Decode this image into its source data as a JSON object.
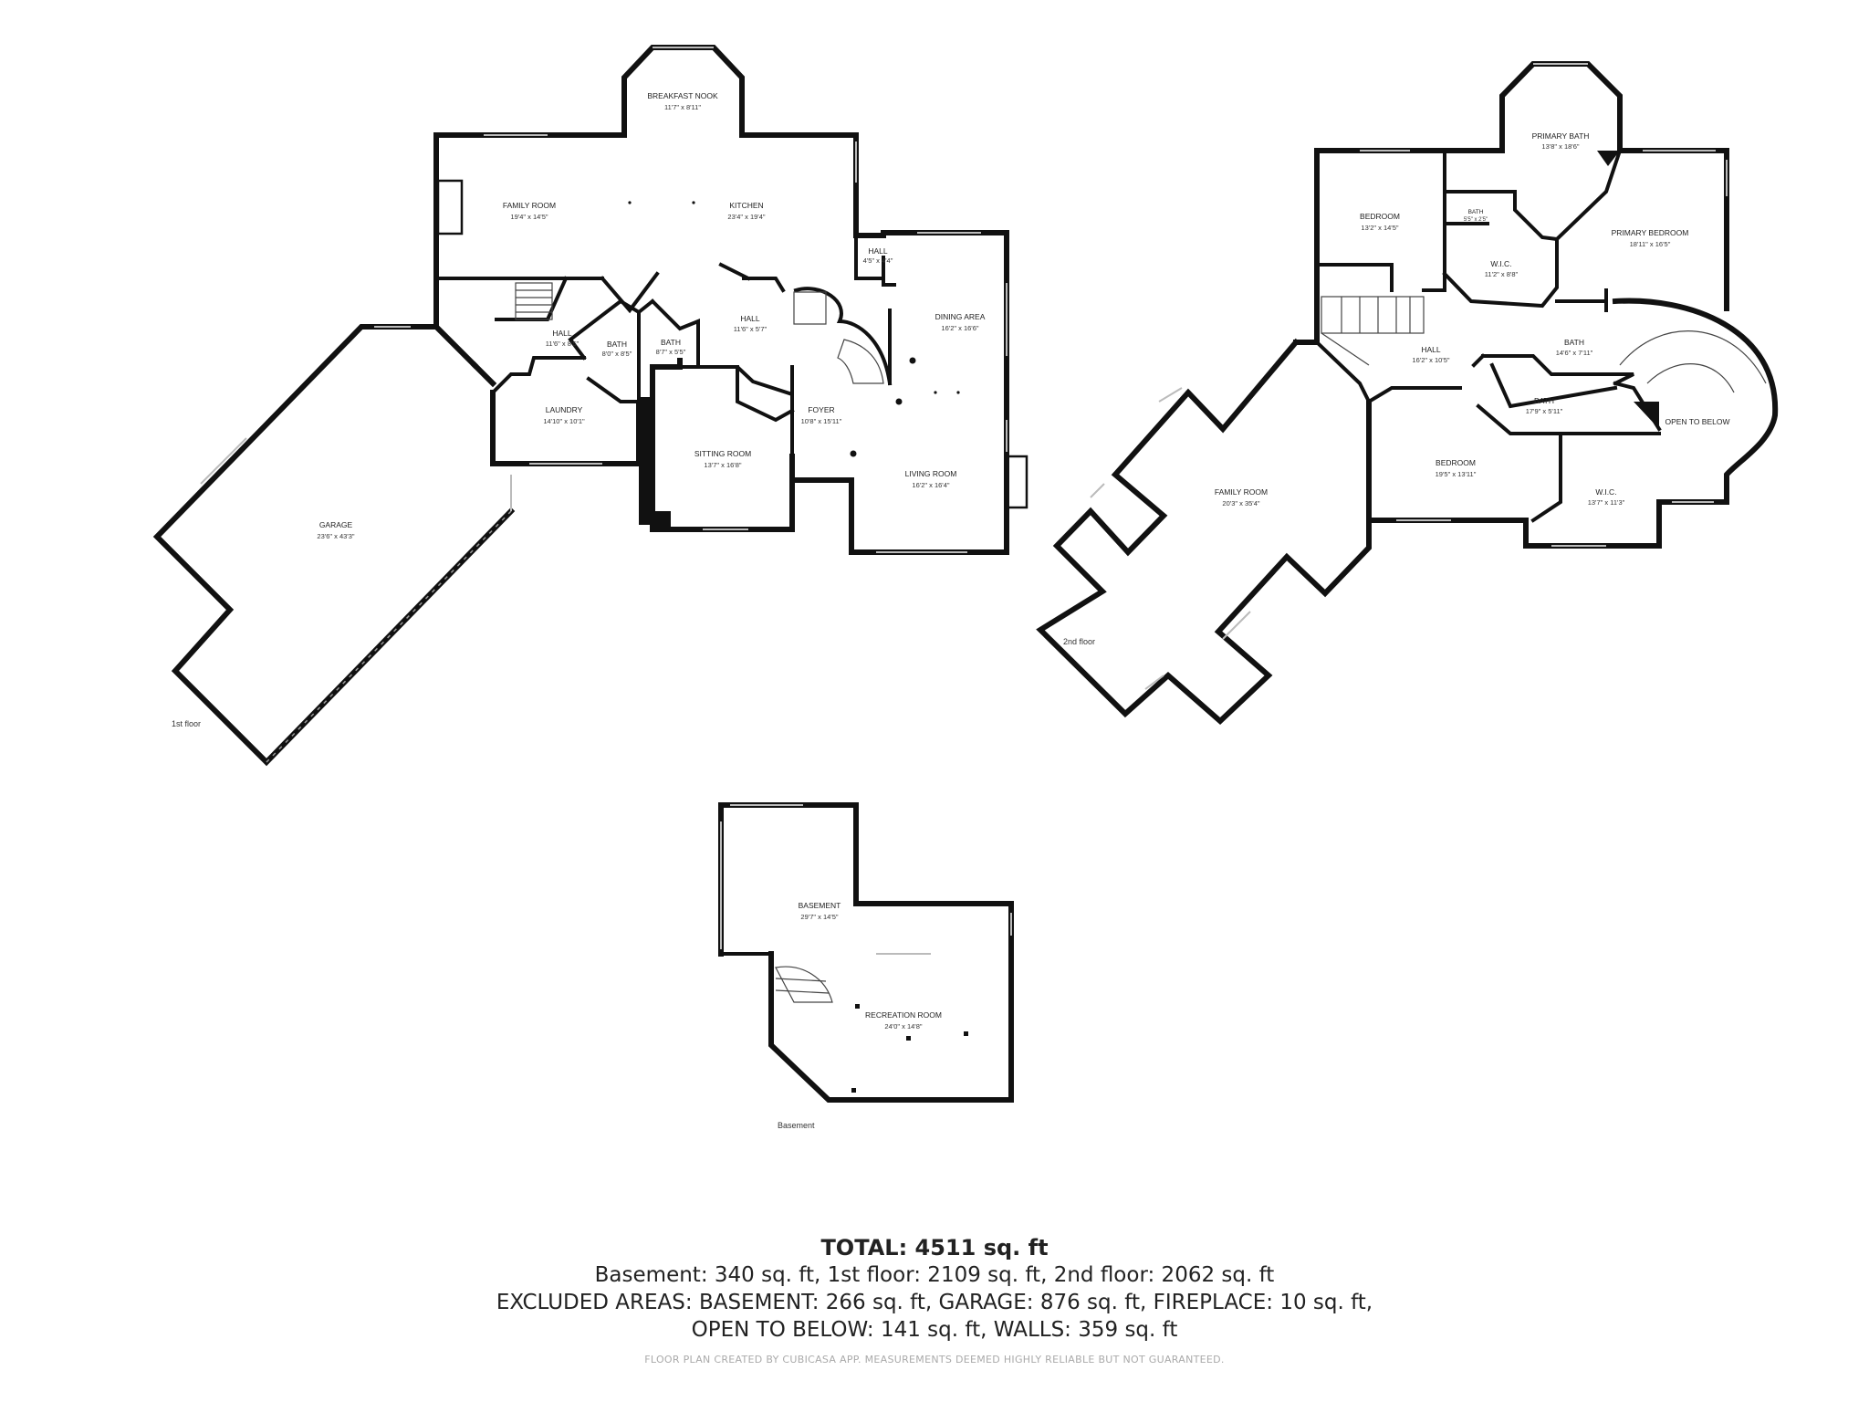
{
  "floors": {
    "first": {
      "label": "1st floor",
      "rooms": [
        {
          "key": "breakfast_nook",
          "name": "BREAKFAST NOOK",
          "dim": "11'7\" x 8'11\""
        },
        {
          "key": "family_room",
          "name": "FAMILY ROOM",
          "dim": "19'4\" x 14'5\""
        },
        {
          "key": "kitchen",
          "name": "KITCHEN",
          "dim": "23'4\" x 19'4\""
        },
        {
          "key": "hall_a",
          "name": "HALL",
          "dim": "4'5\" x 4'4\""
        },
        {
          "key": "dining_area",
          "name": "DINING AREA",
          "dim": "16'2\" x 16'6\""
        },
        {
          "key": "hall_b",
          "name": "HALL",
          "dim": "11'6\" x 5'7\""
        },
        {
          "key": "hall_c",
          "name": "HALL",
          "dim": "11'6\" x 8'5\""
        },
        {
          "key": "bath_a",
          "name": "BATH",
          "dim": "8'0\" x 8'5\""
        },
        {
          "key": "bath_b",
          "name": "BATH",
          "dim": "8'7\" x 5'5\""
        },
        {
          "key": "laundry",
          "name": "LAUNDRY",
          "dim": "14'10\" x 10'1\""
        },
        {
          "key": "foyer",
          "name": "FOYER",
          "dim": "10'8\" x 15'11\""
        },
        {
          "key": "sitting_room",
          "name": "SITTING ROOM",
          "dim": "13'7\" x 16'8\""
        },
        {
          "key": "living_room",
          "name": "LIVING ROOM",
          "dim": "16'2\" x 16'4\""
        },
        {
          "key": "garage",
          "name": "GARAGE",
          "dim": "23'6\" x 43'3\""
        }
      ]
    },
    "second": {
      "label": "2nd floor",
      "rooms": [
        {
          "key": "primary_bath",
          "name": "PRIMARY BATH",
          "dim": "13'8\" x 18'6\""
        },
        {
          "key": "bedroom_a",
          "name": "BEDROOM",
          "dim": "13'2\" x 14'5\""
        },
        {
          "key": "bath_small",
          "name": "BATH",
          "dim": "5'5\" x 2'5\""
        },
        {
          "key": "primary_bedroom",
          "name": "PRIMARY BEDROOM",
          "dim": "18'11\" x 16'5\""
        },
        {
          "key": "wic_a",
          "name": "W.I.C.",
          "dim": "11'2\" x 8'8\""
        },
        {
          "key": "bath_c",
          "name": "BATH",
          "dim": "14'6\" x 7'11\""
        },
        {
          "key": "hall",
          "name": "HALL",
          "dim": "16'2\" x 10'5\""
        },
        {
          "key": "bath_d",
          "name": "BATH",
          "dim": "17'9\" x 5'11\""
        },
        {
          "key": "open_to_below",
          "name": "OPEN TO BELOW",
          "dim": ""
        },
        {
          "key": "family_room",
          "name": "FAMILY ROOM",
          "dim": "20'3\" x 35'4\""
        },
        {
          "key": "bedroom_b",
          "name": "BEDROOM",
          "dim": "19'5\" x 13'11\""
        },
        {
          "key": "wic_b",
          "name": "W.I.C.",
          "dim": "13'7\" x 11'3\""
        }
      ]
    },
    "basement": {
      "label": "Basement",
      "rooms": [
        {
          "key": "basement",
          "name": "BASEMENT",
          "dim": "29'7\" x 14'5\""
        },
        {
          "key": "recreation_room",
          "name": "RECREATION ROOM",
          "dim": "24'0\" x 14'8\""
        }
      ]
    }
  },
  "summary": {
    "total": "TOTAL: 4511 sq. ft",
    "line1": "Basement: 340 sq. ft, 1st floor: 2109 sq. ft, 2nd floor: 2062 sq. ft",
    "line2": "EXCLUDED AREAS: BASEMENT: 266 sq. ft, GARAGE: 876 sq. ft, FIREPLACE: 10 sq. ft,",
    "line3": "OPEN TO BELOW: 141 sq. ft, WALLS: 359 sq. ft",
    "credit": "FLOOR PLAN CREATED BY CUBICASA APP. MEASUREMENTS DEEMED HIGHLY RELIABLE BUT NOT GUARANTEED."
  },
  "colors": {
    "wall": "#111111",
    "window": "#bbbbbb",
    "text": "#222222",
    "credit": "#aaaaaa"
  }
}
